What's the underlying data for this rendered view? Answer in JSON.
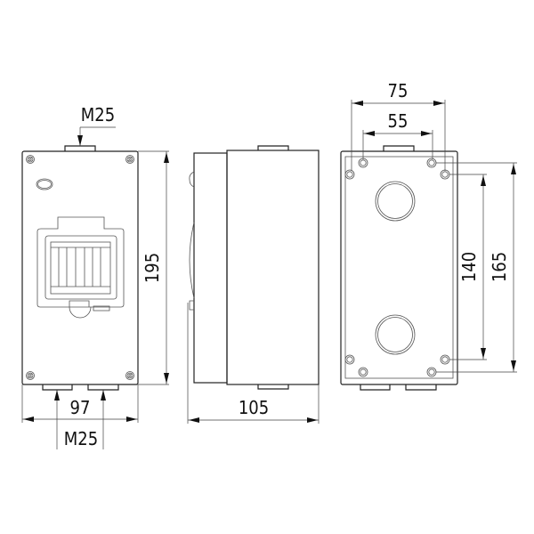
{
  "front_view": {
    "top_gland_label": "M25",
    "bottom_gland_label": "M25",
    "width_dim": "97",
    "height_dim": "195"
  },
  "side_view": {
    "depth_dim": "105"
  },
  "back_view": {
    "outer_hole_spacing_h": "75",
    "inner_hole_spacing_h": "55",
    "inner_hole_spacing_v": "140",
    "outer_hole_spacing_v": "165"
  }
}
